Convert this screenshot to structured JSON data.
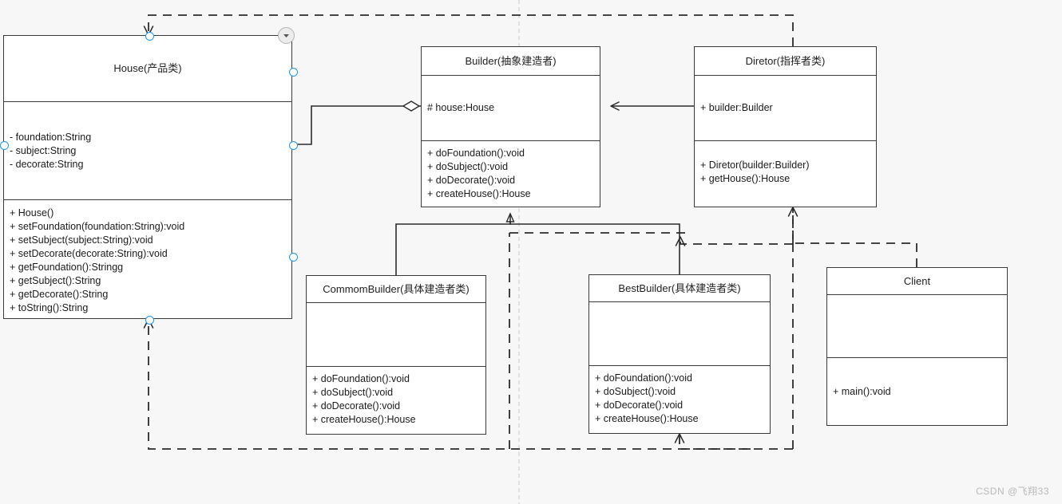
{
  "diagram": {
    "title": "Builder Pattern UML Class Diagram",
    "canvas_bg": "#f7f7f7",
    "box_border": "#3a3a3a",
    "handle_color": "#2196f3",
    "guideline_color": "#c8c8c8"
  },
  "classes": {
    "house": {
      "name": "House(产品类)",
      "attributes": [
        "- foundation:String",
        "- subject:String",
        "- decorate:String"
      ],
      "methods": [
        "+ House()",
        "+ setFoundation(foundation:String):void",
        "+ setSubject(subject:String):void",
        "+ setDecorate(decorate:String):void",
        "+ getFoundation():Stringg",
        "+ getSubject():String",
        "+ getDecorate():String",
        "+ toString():String"
      ]
    },
    "builder": {
      "name": "Builder(抽象建造者)",
      "attributes": [
        "# house:House"
      ],
      "methods": [
        "+ doFoundation():void",
        "+ doSubject():void",
        "+ doDecorate():void",
        "+ createHouse():House"
      ]
    },
    "diretor": {
      "name": "Diretor(指挥者类)",
      "attributes": [
        "+ builder:Builder"
      ],
      "methods": [
        "+ Diretor(builder:Builder)",
        "+ getHouse():House"
      ]
    },
    "commom_builder": {
      "name": "CommomBuilder(具体建造者类)",
      "attributes": [],
      "methods": [
        "+ doFoundation():void",
        "+ doSubject():void",
        "+ doDecorate():void",
        "+ createHouse():House"
      ]
    },
    "best_builder": {
      "name": "BestBuilder(具体建造者类)",
      "attributes": [],
      "methods": [
        "+ doFoundation():void",
        "+ doSubject():void",
        "+ doDecorate():void",
        "+ createHouse():House"
      ]
    },
    "client": {
      "name": "Client",
      "attributes": [],
      "methods": [
        "+ main():void"
      ]
    }
  },
  "relationships": [
    {
      "kind": "aggregation",
      "from": "house",
      "to": "builder",
      "label": ""
    },
    {
      "kind": "association",
      "from": "diretor",
      "to": "builder",
      "label": ""
    },
    {
      "kind": "generalization",
      "from": "commom_builder",
      "to": "builder",
      "label": ""
    },
    {
      "kind": "generalization",
      "from": "best_builder",
      "to": "builder",
      "label": ""
    },
    {
      "kind": "dependency",
      "from": "client",
      "to": "diretor",
      "label": ""
    },
    {
      "kind": "dependency",
      "from": "client",
      "to": "house",
      "label": ""
    },
    {
      "kind": "dependency",
      "from": "client",
      "to": "best_builder",
      "label": ""
    }
  ],
  "controls": {
    "collapse_icon": "chevron-down-icon"
  },
  "watermark": {
    "text": "CSDN @飞翔33"
  }
}
